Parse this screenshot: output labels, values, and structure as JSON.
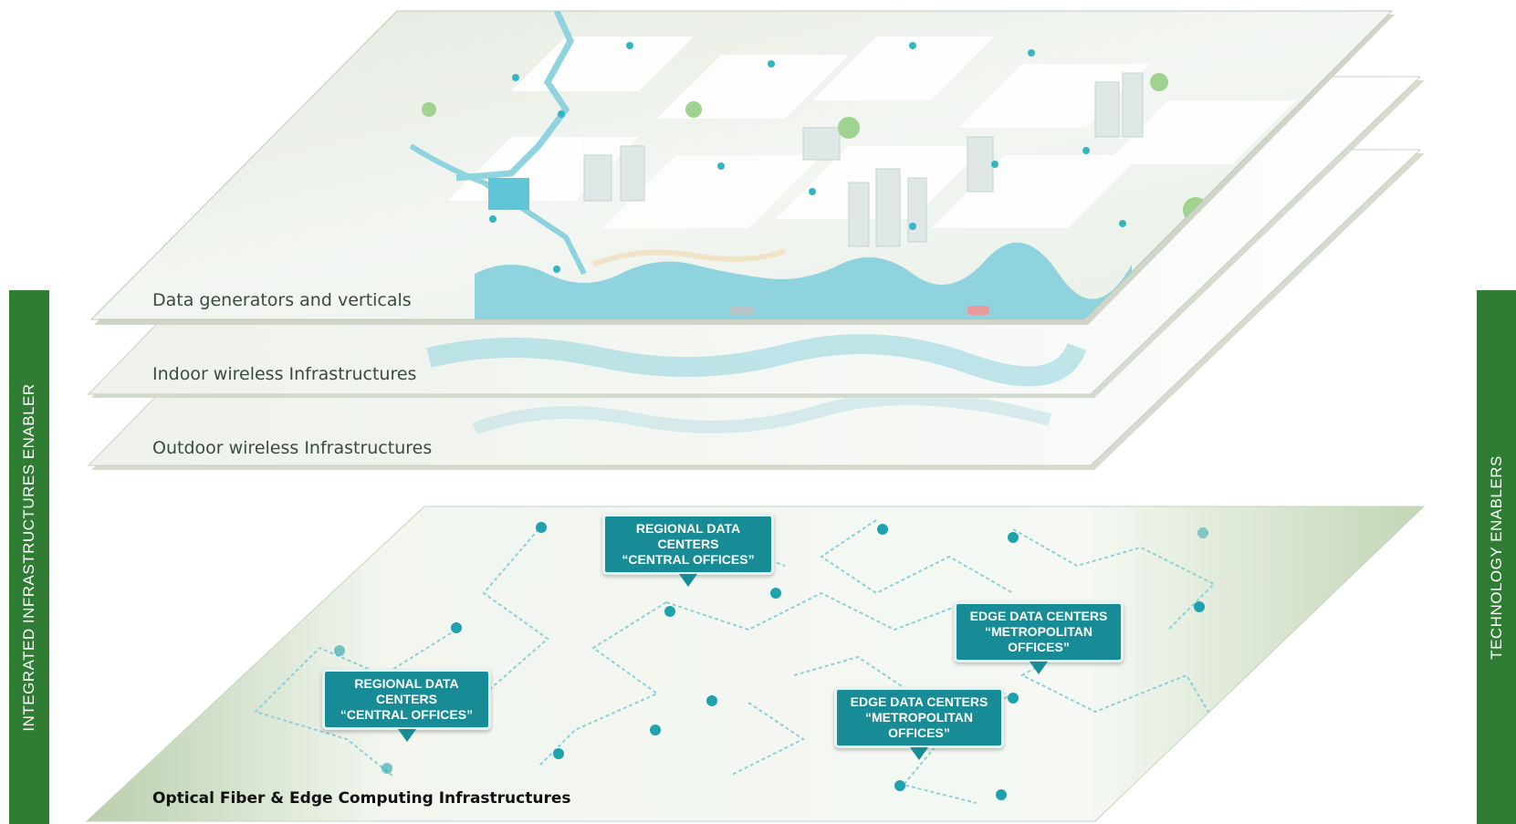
{
  "side_labels": {
    "left": "INTEGRATED INFRASTRUCTURES ENABLER",
    "right": "TECHNOLOGY ENABLERS"
  },
  "layers": {
    "top": "Data generators and verticals",
    "indoor": "Indoor wireless Infrastructures",
    "outdoor": "Outdoor wireless Infrastructures",
    "bottom": "Optical Fiber & Edge Computing Infrastructures"
  },
  "callouts": {
    "regional_1": [
      "REGIONAL DATA",
      "CENTERS",
      "“CENTRAL OFFICES”"
    ],
    "regional_2": [
      "REGIONAL DATA",
      "CENTERS",
      "“CENTRAL OFFICES”"
    ],
    "edge_1": [
      "EDGE DATA CENTERS",
      "“METROPOLITAN",
      "OFFICES”"
    ],
    "edge_2": [
      "EDGE DATA CENTERS",
      "“METROPOLITAN",
      "OFFICES”"
    ]
  },
  "colors": {
    "bar_green": "#2f7d32",
    "callout_teal": "#178c96",
    "water": "#8fd3df",
    "node": "#1fa2ad"
  }
}
